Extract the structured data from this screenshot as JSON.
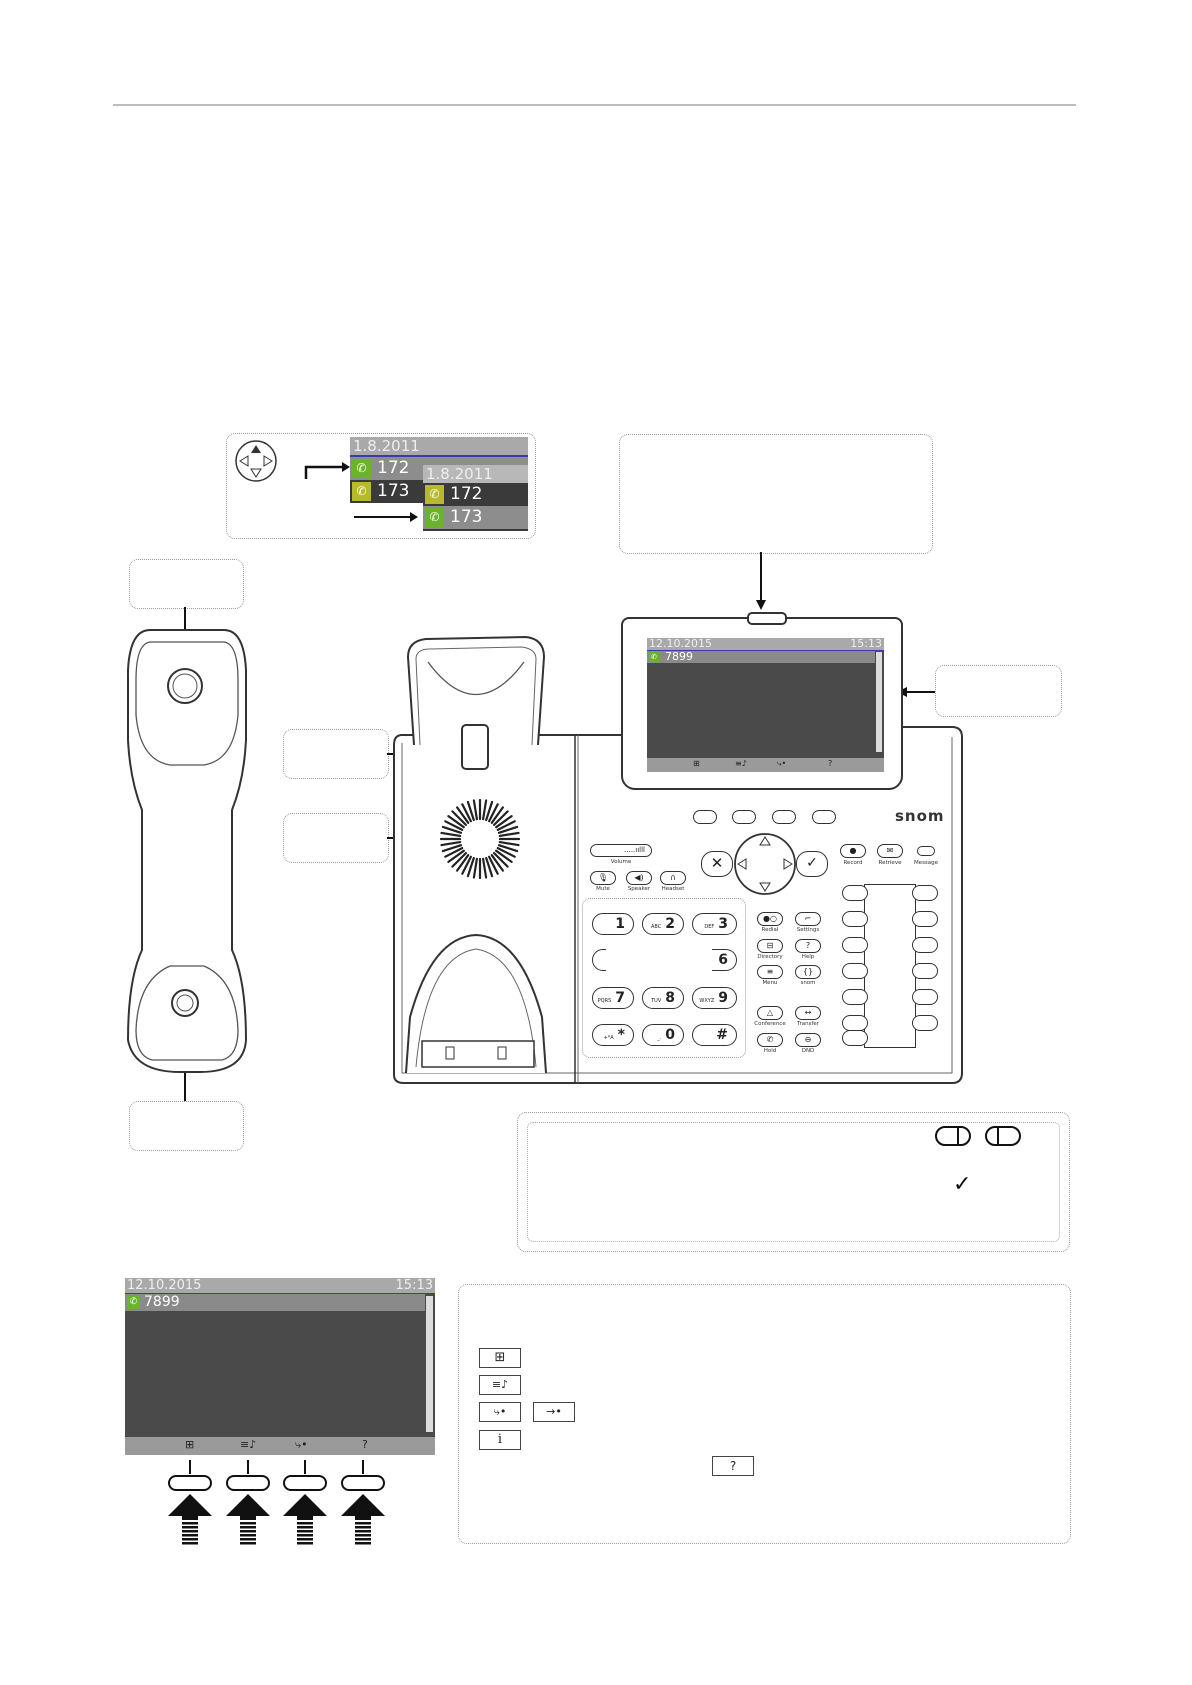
{
  "nav_example": {
    "date": "1.8.2011",
    "lines": [
      "172",
      "173"
    ]
  },
  "phone_display": {
    "date": "12.10.2015",
    "time": "15:13",
    "entry": "7899",
    "softkeys": [
      "⊞",
      "≡♪",
      "⤷•",
      "?"
    ]
  },
  "brand": "snom",
  "labels": {
    "volume": "Volume",
    "mute": "Mute",
    "speaker": "Speaker",
    "headset": "Headset",
    "record": "Record",
    "retrieve": "Retrieve",
    "message": "Message",
    "redial": "Redial",
    "settings": "Settings",
    "directory": "Directory",
    "help": "Help",
    "menu": "Menu",
    "snom": "snom",
    "conference": "Conference",
    "transfer": "Transfer",
    "hold": "Hold",
    "dnd": "DND"
  },
  "keypad": [
    {
      "sub": "",
      "main": "1"
    },
    {
      "sub": "ABC",
      "main": "2"
    },
    {
      "sub": "DEF",
      "main": "3"
    },
    {
      "sub": "PQRS",
      "main": "7"
    },
    {
      "sub": "TUV",
      "main": "8"
    },
    {
      "sub": "WXYZ",
      "main": "9"
    },
    {
      "sub": "+*A",
      "main": "*"
    },
    {
      "sub": "_.",
      "main": "0"
    },
    {
      "sub": "",
      "main": "#"
    },
    {
      "sub": "",
      "main": "6"
    }
  ],
  "bottom_display": {
    "date": "12.10.2015",
    "time": "15:13",
    "entry": "7899",
    "softkeys": [
      "⊞",
      "≡♪",
      "⤷•",
      "?"
    ]
  },
  "legend_icons": [
    "?"
  ],
  "colors": {
    "accent_green": "#6ab42a",
    "screen_dark": "#4a4a4a",
    "header_gray": "#a9a9a9",
    "highlight_line": "#3b3bb0"
  }
}
